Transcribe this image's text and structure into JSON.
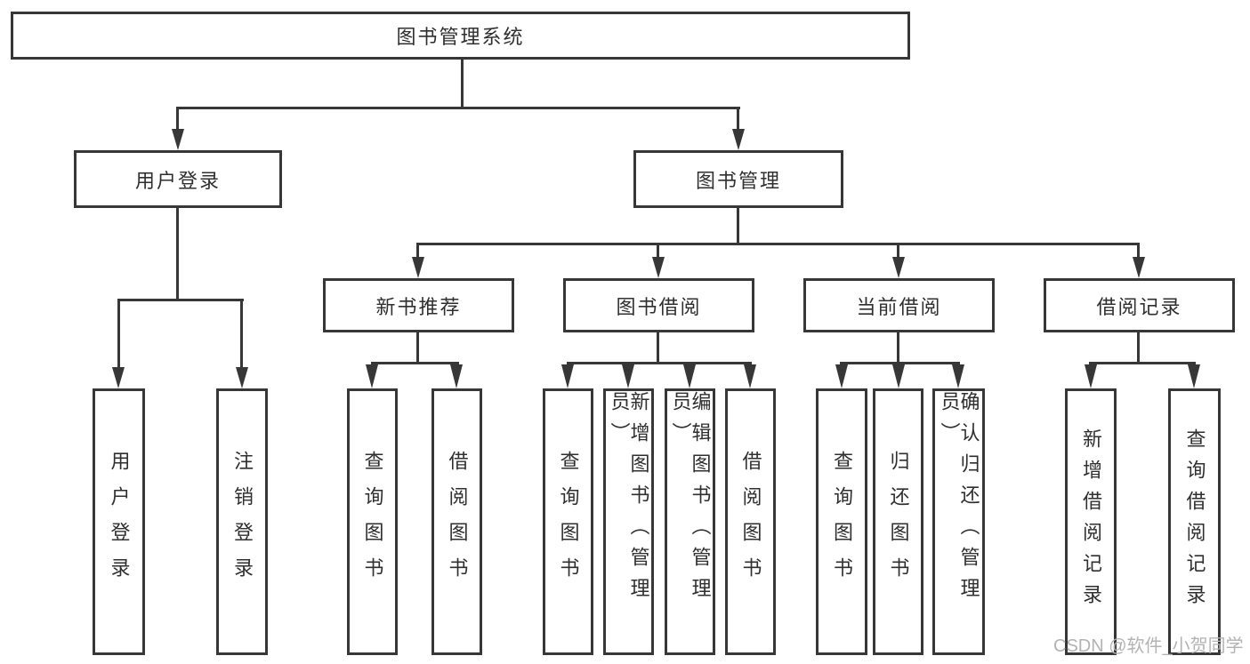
{
  "diagram": {
    "type": "hierarchy-tree",
    "colors": {
      "line": "#373737",
      "text": "#2f2f2f",
      "box_background": "#ffffff",
      "page_background": "#ffffff"
    },
    "nodes": {
      "root": "图书管理系统",
      "user_login": "用户登录",
      "book_mgmt": "图书管理",
      "new_book_rec": "新书推荐",
      "book_borrow": "图书借阅",
      "current_borrow": "当前借阅",
      "borrow_records": "借阅记录",
      "leaf_user_login": "用户登录",
      "leaf_logout": "注销登录",
      "leaf_query_book_rec": "查询图书",
      "leaf_borrow_book_rec": "借阅图书",
      "leaf_query_book_borrow": "查询图书",
      "leaf_add_book_admin": "新增图书（管理员）",
      "leaf_edit_book_admin": "编辑图书（管理员）",
      "leaf_borrow_book_borrow": "借阅图书",
      "leaf_query_book_current": "查询图书",
      "leaf_return_book": "归还图书",
      "leaf_confirm_return_admin": "确认归还（管理员）",
      "leaf_add_borrow_record": "新增借阅记录",
      "leaf_query_borrow_record": "查询借阅记录"
    },
    "hierarchy": [
      {
        "parent": "图书管理系统",
        "children": [
          "用户登录",
          "图书管理"
        ]
      },
      {
        "parent": "用户登录",
        "children": [
          "用户登录",
          "注销登录"
        ]
      },
      {
        "parent": "图书管理",
        "children": [
          "新书推荐",
          "图书借阅",
          "当前借阅",
          "借阅记录"
        ]
      },
      {
        "parent": "新书推荐",
        "children": [
          "查询图书",
          "借阅图书"
        ]
      },
      {
        "parent": "图书借阅",
        "children": [
          "查询图书",
          "新增图书（管理员）",
          "编辑图书（管理员）",
          "借阅图书"
        ]
      },
      {
        "parent": "当前借阅",
        "children": [
          "查询图书",
          "归还图书",
          "确认归还（管理员）"
        ]
      },
      {
        "parent": "借阅记录",
        "children": [
          "新增借阅记录",
          "查询借阅记录"
        ]
      }
    ]
  },
  "watermark": {
    "text": "CSDN @软件_小贺同学",
    "color": "#b3b3b3"
  }
}
